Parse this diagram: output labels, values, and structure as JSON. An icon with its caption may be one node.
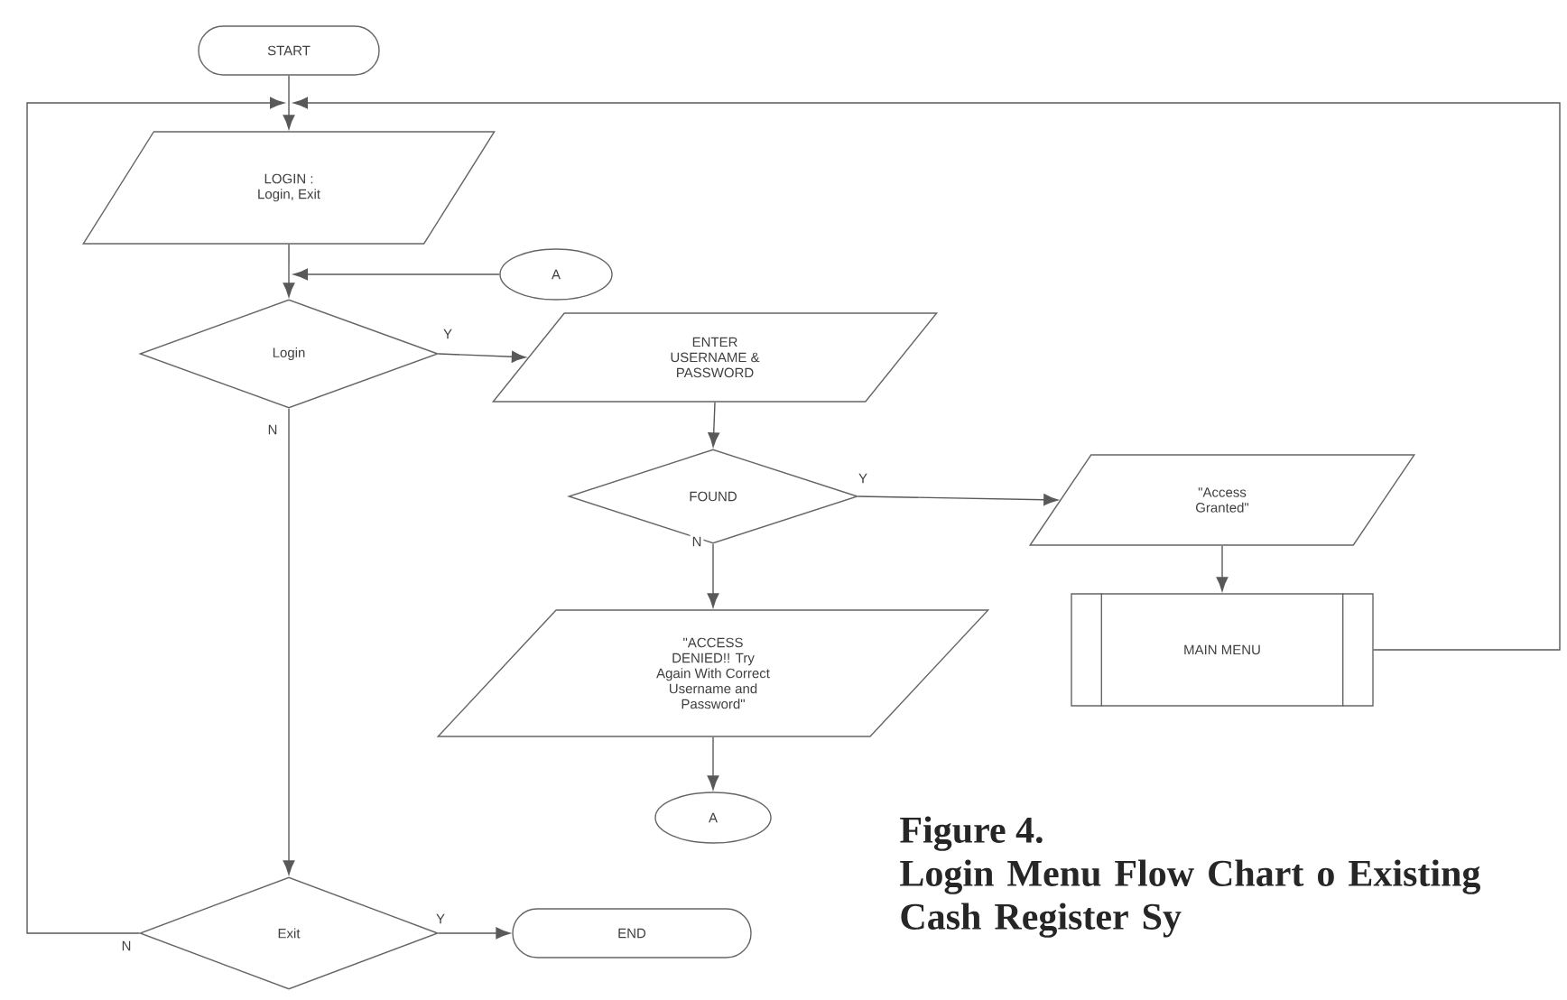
{
  "diagram": {
    "title": "Figure 4.",
    "caption": "Login Menu Flow Chart o Existing Cash Register Sy",
    "nodes": [
      {
        "text": [
          "START"
        ]
      },
      {
        "text": [
          "LOGIN : Login, Exit"
        ]
      },
      {
        "text": [
          "A"
        ]
      },
      {
        "text": [
          "Login"
        ]
      },
      {
        "text": [
          "ENTER USERNAME & PASSWORD"
        ]
      },
      {
        "text": [
          "FOUND"
        ]
      },
      {
        "text": [
          "\"Access Granted\""
        ]
      },
      {
        "text": [
          "MAIN MENU"
        ]
      },
      {
        "text": [
          "\"ACCESS DENIED!! Try Again With Correct Username and Password\""
        ]
      },
      {
        "text": [
          "A"
        ]
      },
      {
        "text": [
          "Exit"
        ]
      },
      {
        "text": [
          "END"
        ]
      }
    ],
    "edges": [
      {
        "from": 0,
        "to": 1,
        "arrow": "to"
      },
      {
        "from": 1,
        "to": 3,
        "arrow": "to"
      },
      {
        "from": 2,
        "to": 3,
        "arrow": "to"
      },
      {
        "from": 3,
        "to": 4,
        "arrow": "to",
        "label": "Y"
      },
      {
        "from": 3,
        "to": 10,
        "arrow": "to",
        "label": "N"
      },
      {
        "from": 4,
        "to": 5,
        "arrow": "to"
      },
      {
        "from": 5,
        "to": 6,
        "arrow": "to",
        "label": "Y"
      },
      {
        "from": 5,
        "to": 8,
        "arrow": "to",
        "label": "N"
      },
      {
        "from": 6,
        "to": 7,
        "arrow": "to"
      },
      {
        "from": 8,
        "to": 9,
        "arrow": "to"
      },
      {
        "from": 10,
        "to": 11,
        "arrow": "to",
        "label": "Y"
      },
      {
        "from": 10,
        "to": 1,
        "arrow": "to",
        "label": "N"
      },
      {
        "from": 7,
        "to": 1,
        "arrow": "to"
      }
    ]
  }
}
